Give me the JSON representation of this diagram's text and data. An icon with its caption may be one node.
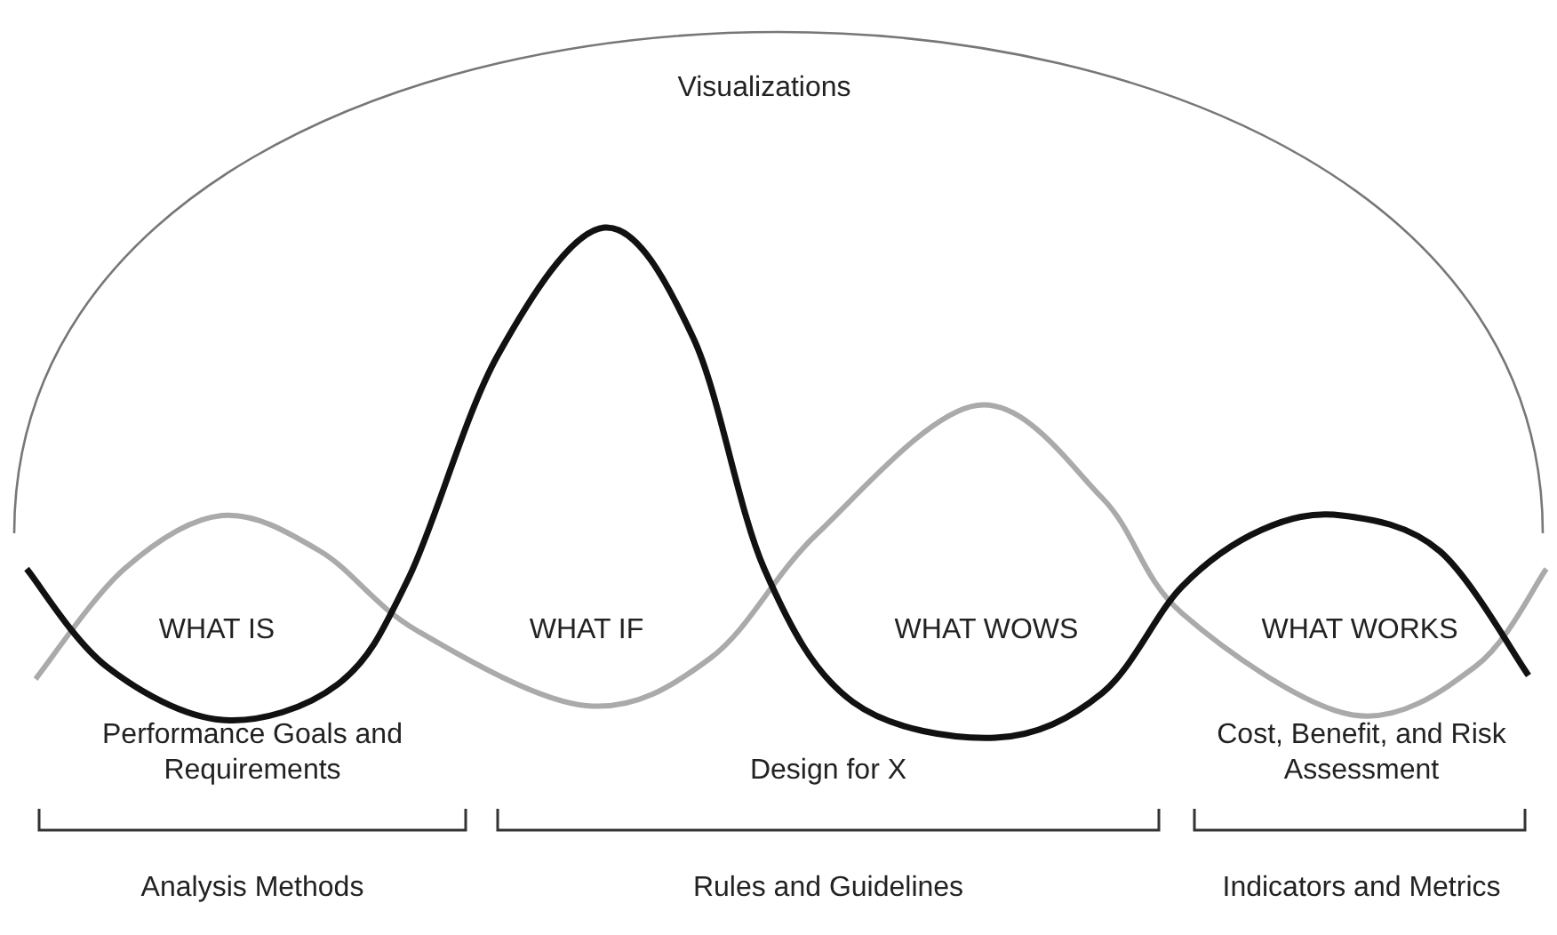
{
  "diagram": {
    "labels": [
      "Visualizations",
      "WHAT IS",
      "WHAT IF",
      "WHAT WOWS",
      "WHAT WORKS",
      "Performance Goals and Requirements",
      "Design for X",
      "Cost, Benefit, and Risk Assessment",
      "Analysis Methods",
      "Rules and Guidelines",
      "Indicators and Metrics"
    ]
  }
}
